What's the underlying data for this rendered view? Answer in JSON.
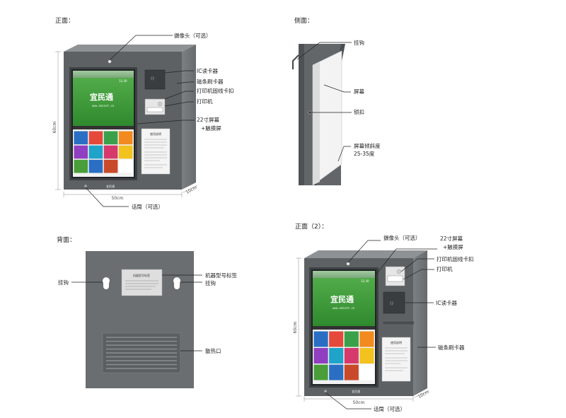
{
  "sections": {
    "front": "正面：",
    "side": "侧面：",
    "back": "背面：",
    "front2": "正面（2）："
  },
  "front": {
    "camera": "摄像头（可选）",
    "ic_reader": "IC读卡器",
    "magstripe": "磁条刷卡器",
    "printer_clip": "打印机固线卡扣",
    "printer": "打印机",
    "screen_size": "22寸屏幕",
    "touch": "+触摸屏",
    "mic": "话筒（可选）",
    "width": "50cm",
    "height": "60cm",
    "depth": "10cm"
  },
  "side": {
    "hook": "挂钩",
    "screen": "屏幕",
    "lock": "锁扣",
    "tilt": "屏幕倾斜度",
    "tilt_range": "25-35度"
  },
  "back": {
    "hook_left": "挂钩",
    "hook_right": "挂钩",
    "model_label": "机器型号标签",
    "model_plate_title": "机器型号标签",
    "vent": "散热口"
  },
  "front2": {
    "camera": "摄像头（可选）",
    "screen_size": "22寸屏幕",
    "touch": "+触摸屏",
    "printer_clip": "打印机固线卡扣",
    "printer": "打印机",
    "ic_reader": "IC读卡器",
    "magstripe": "磁条刷卡器",
    "mic": "话筒（可选）",
    "width": "50cm",
    "height": "60cm",
    "depth": "10cm"
  },
  "screen_ui": {
    "brand": "宜民通",
    "url": "www.eminet.cn",
    "time": "12:30",
    "logo_small": "宜民通"
  },
  "instructions": {
    "title": "使用说明"
  },
  "colors": {
    "housing": "#5d6163",
    "housing_side": "#7b7f82",
    "housing_top": "#8e9295",
    "screen_green": "#3f9a3a",
    "accent_blue": "#2a6fc4"
  }
}
